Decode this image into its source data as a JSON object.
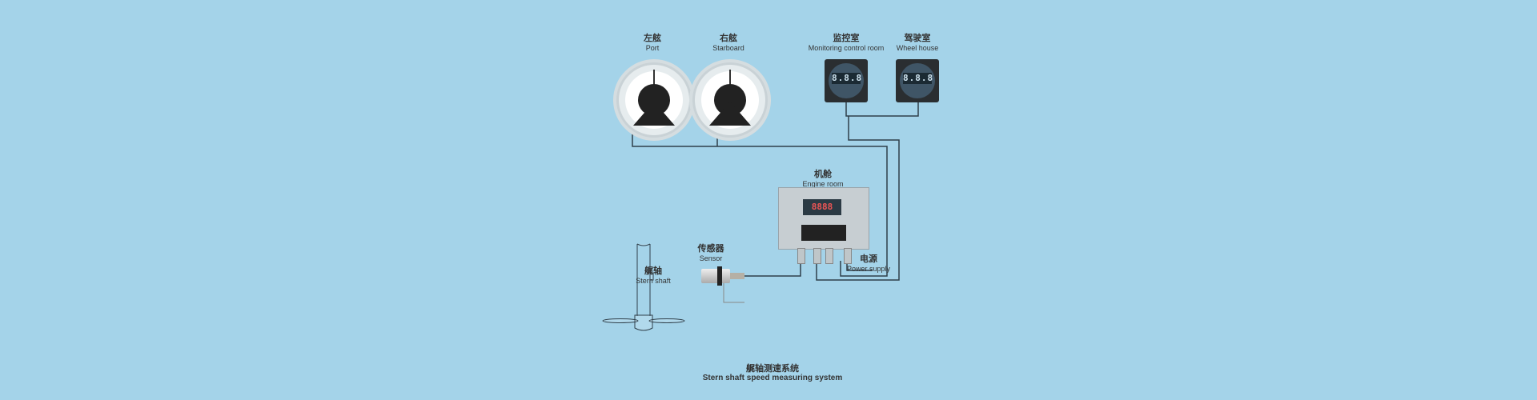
{
  "port": {
    "zh": "左舷",
    "en": "Port"
  },
  "starboard": {
    "zh": "右舷",
    "en": "Starboard"
  },
  "monitoring": {
    "zh": "监控室",
    "en": "Monitoring control room",
    "display": "8.8.8"
  },
  "wheelhouse": {
    "zh": "驾驶室",
    "en": "Wheel house",
    "display": "8.8.8"
  },
  "engine": {
    "zh": "机舱",
    "en": "Engine room",
    "display": "8888"
  },
  "sensor": {
    "zh": "传感器",
    "en": "Sensor"
  },
  "shaft": {
    "zh": "艉轴",
    "en": "Stern shaft"
  },
  "power": {
    "zh": "电源",
    "en": "Power supply"
  },
  "title": {
    "zh": "艉轴测速系统",
    "en": "Stern shaft speed measuring system"
  },
  "colors": {
    "background": "#a4d3e9",
    "wire": "#2f3f4a"
  }
}
